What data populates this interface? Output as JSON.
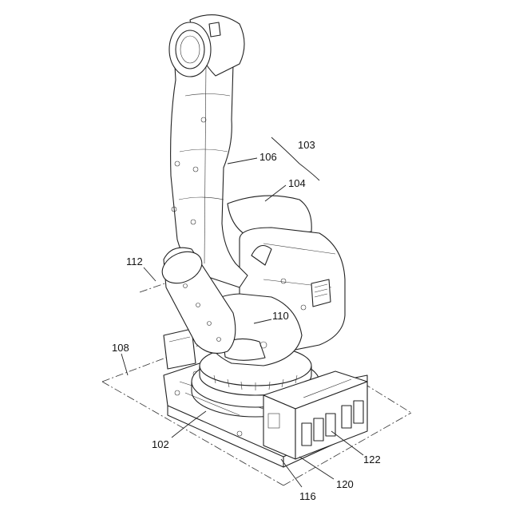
{
  "labels": {
    "l102": "102",
    "l103": "103",
    "l104": "104",
    "l106": "106",
    "l108": "108",
    "l110": "110",
    "l112": "112",
    "l116": "116",
    "l120": "120",
    "l122": "122"
  }
}
